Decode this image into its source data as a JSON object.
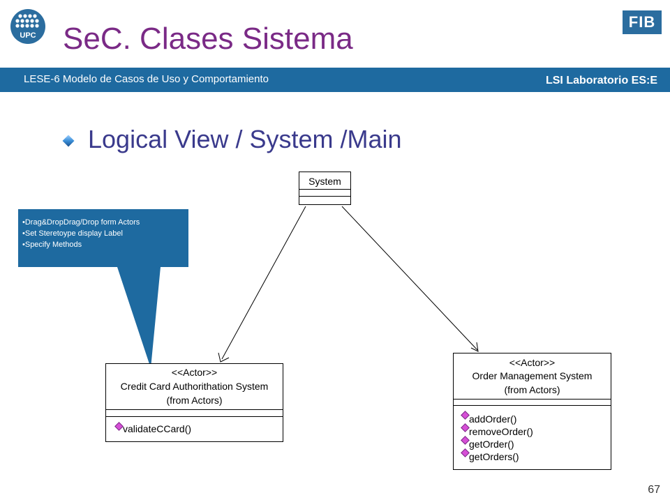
{
  "header": {
    "logo_text": "UPC",
    "badge": "FIB",
    "title": "SeC. Clases Sistema",
    "band_left": "LESE-6 Modelo de Casos de Uso y Comportamiento",
    "band_right": "LSI Laboratorio ES:E"
  },
  "main": {
    "heading": "Logical View / System /Main"
  },
  "callout": {
    "notes": [
      "•Drag&DropDrag/Drop form Actors",
      "•Set Steretoype display Label",
      "•Specify Methods"
    ]
  },
  "diagram": {
    "system_class": {
      "name": "System"
    },
    "credit_card_class": {
      "stereotype": "<<Actor>>",
      "name": "Credit Card Authorithation System",
      "package": "(from Actors)",
      "operations": [
        "validateCCard()"
      ]
    },
    "order_management_class": {
      "stereotype": "<<Actor>>",
      "name": "Order Management System",
      "package": "(from Actors)",
      "operations": [
        "addOrder()",
        "removeOrder()",
        "getOrder()",
        "getOrders()"
      ]
    }
  },
  "footer": {
    "page_number": "67"
  },
  "colors": {
    "title": "#7a2a86",
    "band": "#1e6aa0",
    "heading": "#3a3a8c",
    "badge": "#2b6d9f",
    "callout": "#1e6aa0"
  }
}
